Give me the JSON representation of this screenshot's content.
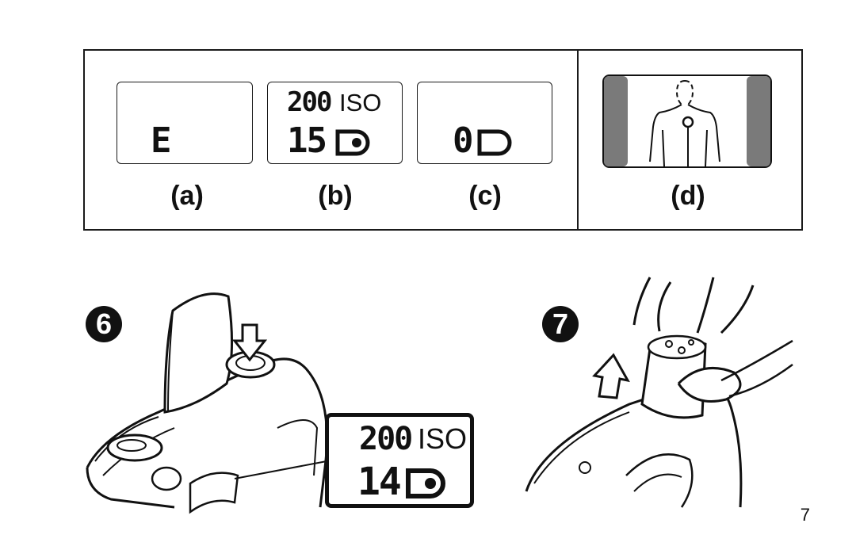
{
  "panels": [
    {
      "label": "(a)",
      "display_main": "E"
    },
    {
      "label": "(b)",
      "iso_value": "200",
      "iso_unit": "ISO",
      "frame_count": "15"
    },
    {
      "label": "(c)",
      "frame_count": "0"
    },
    {
      "label": "(d)"
    }
  ],
  "steps": [
    {
      "number": "6",
      "display_iso_value": "200",
      "display_iso_unit": "ISO",
      "display_frame_count": "14"
    },
    {
      "number": "7"
    }
  ],
  "page_number": "7",
  "icons": [
    "film-roll-icon",
    "press-arrow-icon",
    "lift-arrow-icon",
    "af-target-icon"
  ]
}
